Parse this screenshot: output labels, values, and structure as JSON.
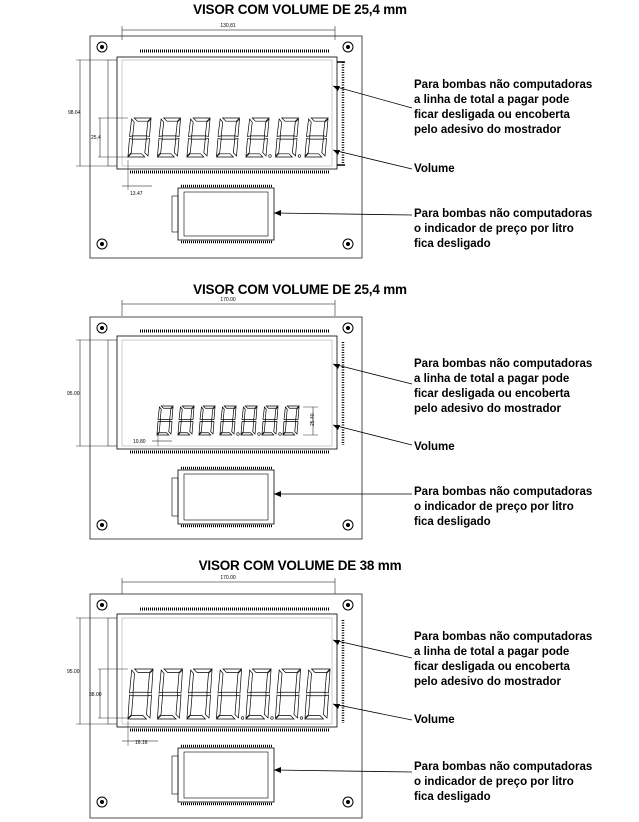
{
  "panels": [
    {
      "title": "VISOR COM VOLUME DE 25,4 mm",
      "dims": {
        "width": "130,81",
        "height": "98.64",
        "digit_height": "25,4",
        "digit_pitch": "13.47"
      },
      "notes": {
        "total_line": "Para bombas não computadoras\na linha de total a pagar pode\nficar desligada ou encoberta\npelo adesivo do mostrador",
        "volume": "Volume",
        "price": "Para bombas não computadoras\no indicador de preço por litro\nfica desligado"
      }
    },
    {
      "title": "VISOR COM VOLUME DE 25,4 mm",
      "dims": {
        "width": "170.00",
        "height": "95.00",
        "digit_height": "25.40",
        "digit_pitch": "10.80"
      },
      "notes": {
        "total_line": "Para bombas não computadoras\na linha de total a pagar pode\nficar desligada ou encoberta\npelo adesivo do mostrador",
        "volume": "Volume",
        "price": "Para bombas não computadoras\no indicador de preço por litro\nfica desligado"
      }
    },
    {
      "title": "VISOR COM VOLUME DE 38 mm",
      "dims": {
        "width": "170.00",
        "height": "95.00",
        "digit_height": "38.00",
        "digit_pitch": "16.16"
      },
      "notes": {
        "total_line": "Para bombas não computadoras\na linha de total a pagar pode\nficar desligada ou encoberta\npelo adesivo do mostrador",
        "volume": "Volume",
        "price": "Para bombas não computadoras\no indicador de preço por litro\nfica desligado"
      }
    }
  ]
}
